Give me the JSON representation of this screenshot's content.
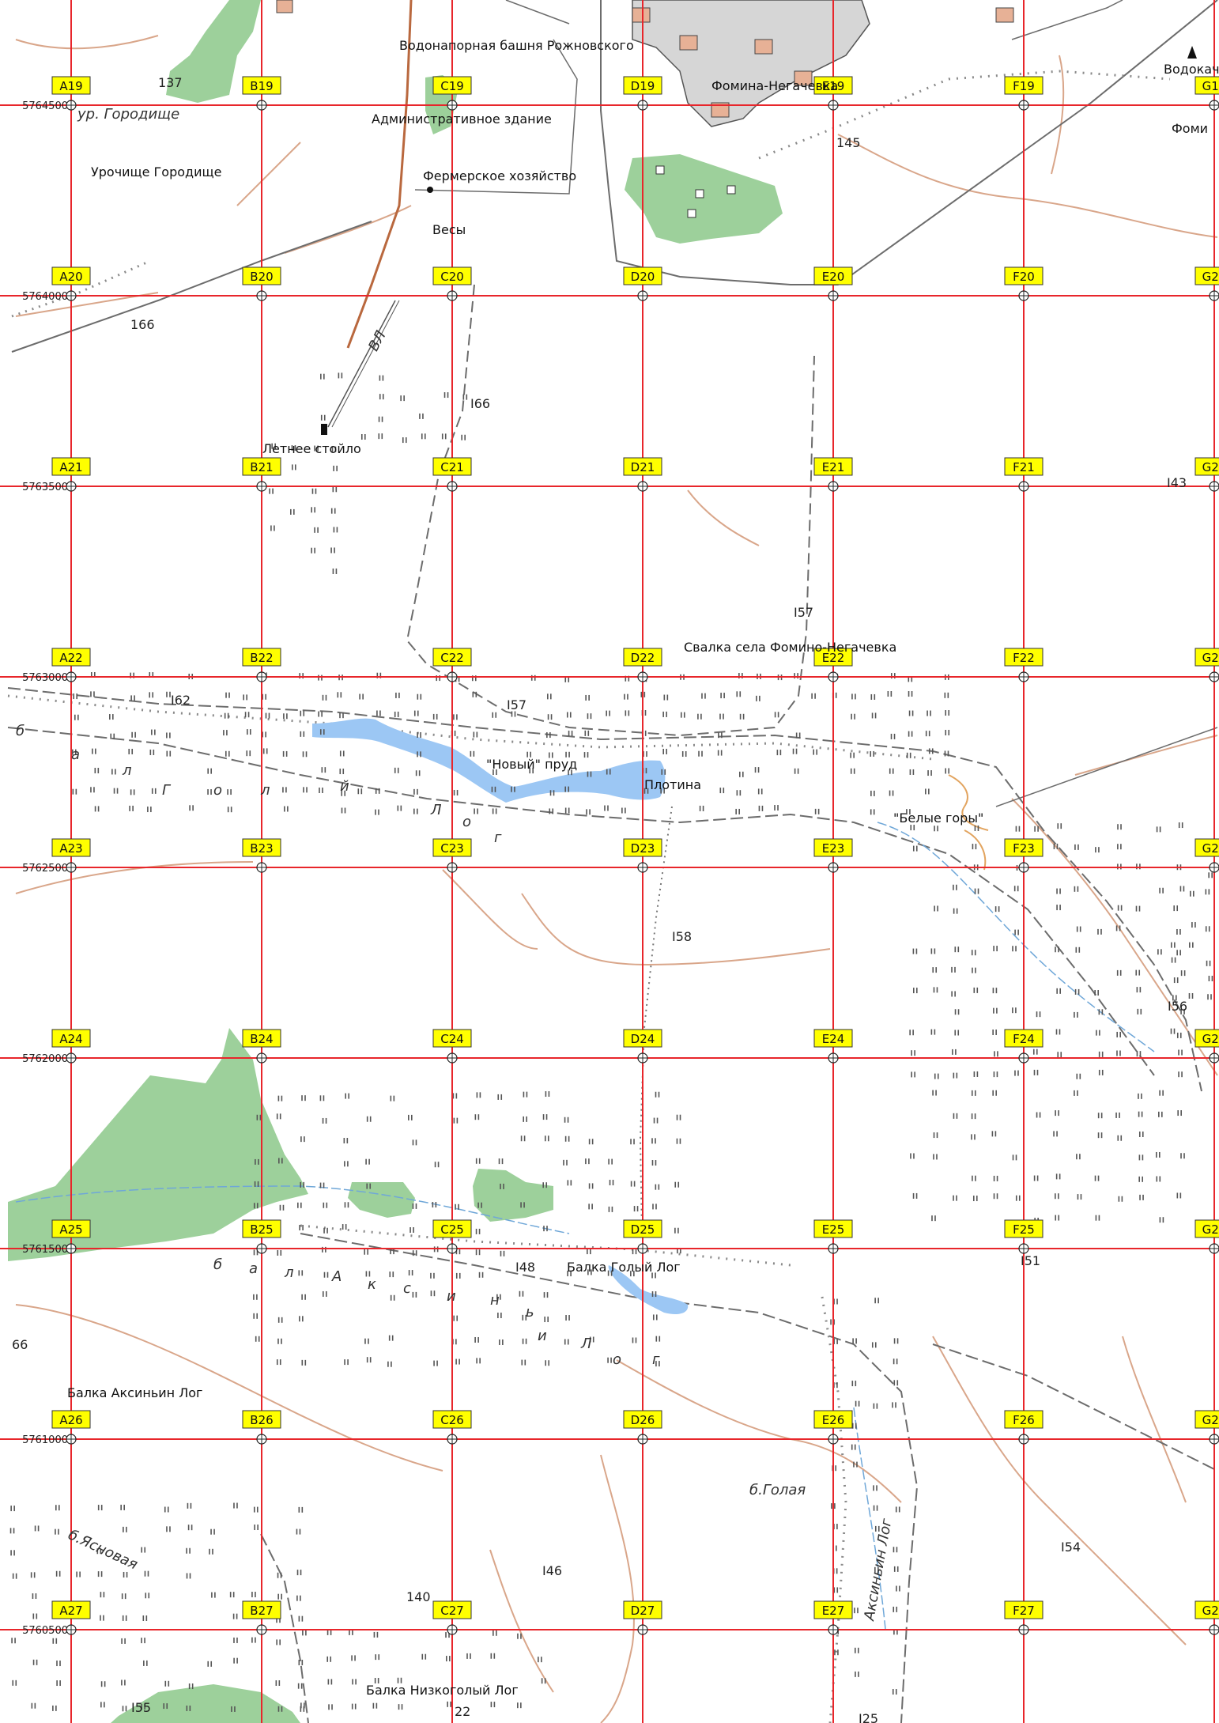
{
  "map": {
    "colors": {
      "grid": "#e8262b",
      "water": "#9cc7f4",
      "forest": "#9dd09b",
      "contour": "#d9a68a",
      "road": "#6c6c6c",
      "main_road": "#b9683e",
      "tag_fill": "#ffff00"
    },
    "columns": [
      "A",
      "B",
      "C",
      "D",
      "E",
      "F",
      "G"
    ],
    "rows": [
      "19",
      "20",
      "21",
      "22",
      "23",
      "24",
      "25",
      "26",
      "27"
    ],
    "northings": [
      "5764500",
      "5764000",
      "5763500",
      "5763000",
      "5762500",
      "5762000",
      "5761500",
      "5761000",
      "5760500"
    ],
    "features": [
      {
        "id": "water-tower",
        "text": "Водонапорная башня Рожновского"
      },
      {
        "id": "admin-building",
        "text": "Административное здание"
      },
      {
        "id": "farm",
        "text": "Фермерское хозяйство"
      },
      {
        "id": "scales",
        "text": "Весы"
      },
      {
        "id": "gorodishche-tract",
        "text": "Урочище Городище"
      },
      {
        "id": "summer-stall",
        "text": "Летнее стойло"
      },
      {
        "id": "dump",
        "text": "Свалка села Фомино-Негачевка"
      },
      {
        "id": "new-pond",
        "text": "\"Новый\" пруд"
      },
      {
        "id": "dam",
        "text": "Плотина"
      },
      {
        "id": "white-hills",
        "text": "\"Белые горы\""
      },
      {
        "id": "golyi-log-gully",
        "text": "Балка Голый Лог"
      },
      {
        "id": "aksinyin-log-gully",
        "text": "Балка Аксиньин Лог"
      },
      {
        "id": "nizkogolyi-log-gully",
        "text": "Балка Низкоголый Лог"
      },
      {
        "id": "fomina-village",
        "text": "Фомина-Негачевка"
      },
      {
        "id": "vodokach-edge",
        "text": "Водокач"
      },
      {
        "id": "fomi-edge",
        "text": "Фоми"
      }
    ],
    "elevations": [
      "137",
      "145",
      "166",
      "I66",
      "I43",
      "I57",
      "I62",
      "I57",
      "I58",
      "I56",
      "I48",
      "I51",
      "66",
      "I46",
      "I54",
      "140",
      "I55",
      "22",
      "I25"
    ],
    "italic_labels": [
      "ур. Городище",
      "б.Голая",
      "ВЛ",
      "б.Ясновая",
      "Аксиньин Лог"
    ]
  }
}
